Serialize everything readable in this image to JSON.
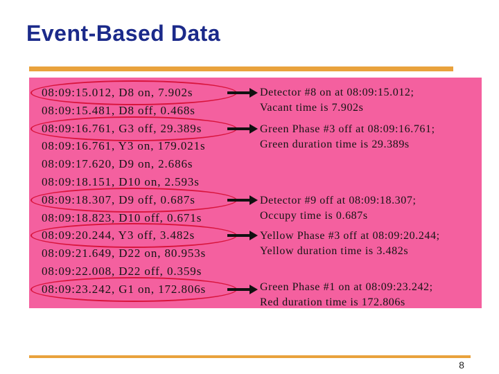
{
  "slide": {
    "title": "Event-Based Data",
    "page_number": "8",
    "colors": {
      "title_blue": "#1B2A8A",
      "accent_orange": "#E9A23C",
      "panel_pink": "#F4609F",
      "ellipse_red": "#D8143C",
      "arrow_black": "#111111",
      "text_black": "#141414"
    }
  },
  "events": [
    {
      "text": "08:09:15.012, D8 on, 7.902s",
      "circled": true
    },
    {
      "text": "08:09:15.481, D8 off, 0.468s",
      "circled": false
    },
    {
      "text": "08:09:16.761, G3 off, 29.389s",
      "circled": true
    },
    {
      "text": "08:09:16.761, Y3 on, 179.021s",
      "circled": false
    },
    {
      "text": "08:09:17.620, D9 on, 2.686s",
      "circled": false
    },
    {
      "text": "08:09:18.151, D10 on, 2.593s",
      "circled": false
    },
    {
      "text": "08:09:18.307, D9 off, 0.687s",
      "circled": true
    },
    {
      "text": "08:09:18.823, D10 off, 0.671s",
      "circled": false
    },
    {
      "text": "08:09:20.244, Y3 off, 3.482s",
      "circled": true
    },
    {
      "text": "08:09:21.649, D22 on, 80.953s",
      "circled": false
    },
    {
      "text": "08:09:22.008, D22 off, 0.359s",
      "circled": false
    },
    {
      "text": "08:09:23.242, G1 on, 172.806s",
      "circled": true
    }
  ],
  "annotations": [
    {
      "line1": "Detector #8 on at 08:09:15.012;",
      "line2": "Vacant time is 7.902s"
    },
    {
      "line1": "Green Phase #3 off at 08:09:16.761;",
      "line2": "Green duration time is 29.389s"
    },
    {
      "line1": "Detector #9 off at 08:09:18.307;",
      "line2": "Occupy time is 0.687s"
    },
    {
      "line1": "Yellow Phase #3 off at 08:09:20.244;",
      "line2": "Yellow duration time is 3.482s"
    },
    {
      "line1": "Green Phase #1 on at 08:09:23.242;",
      "line2": "Red duration time is 172.806s"
    }
  ]
}
